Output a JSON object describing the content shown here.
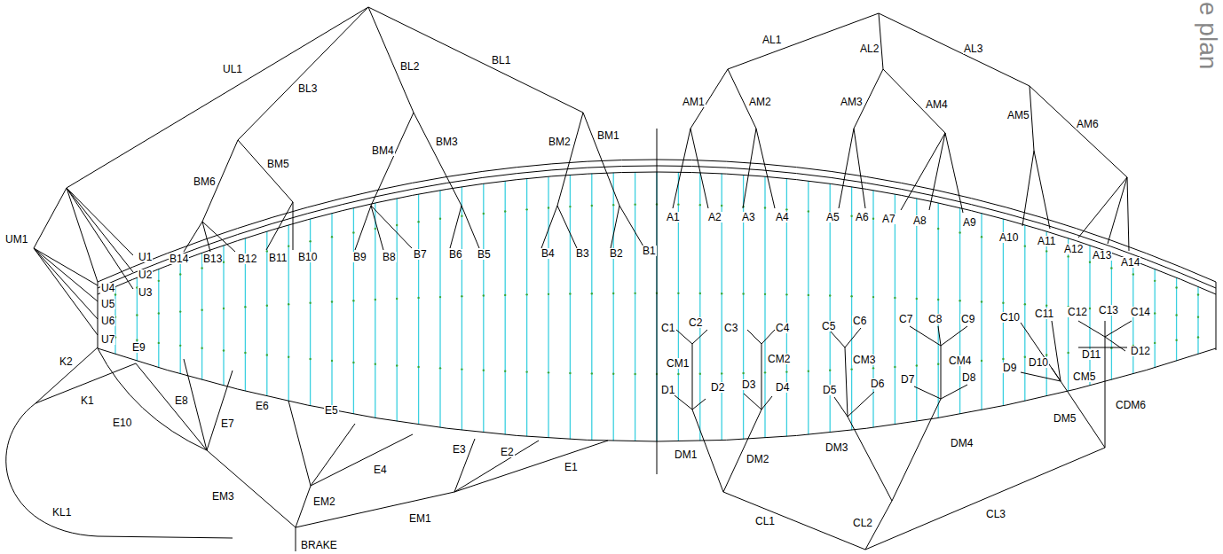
{
  "diagram": {
    "labels": [
      "UL1",
      "BL3",
      "BL2",
      "BL1",
      "AL1",
      "AL2",
      "AL3",
      "AM1",
      "AM2",
      "AM3",
      "AM4",
      "AM5",
      "AM6",
      "BM2",
      "BM1",
      "BM4",
      "BM3",
      "BM6",
      "BM5",
      "UM1",
      "A1",
      "A2",
      "A3",
      "A4",
      "A5",
      "A6",
      "A7",
      "A8",
      "A9",
      "A10",
      "A11",
      "A12",
      "A13",
      "A14",
      "B14",
      "B13",
      "B12",
      "B11",
      "B10",
      "B9",
      "B8",
      "B7",
      "B6",
      "B5",
      "B4",
      "B3",
      "B2",
      "B1",
      "U1",
      "U2",
      "U3",
      "U4",
      "U5",
      "U6",
      "U7",
      "C1",
      "C2",
      "C3",
      "C4",
      "C5",
      "C6",
      "C7",
      "C8",
      "C9",
      "C10",
      "C11",
      "C12",
      "C13",
      "C14",
      "CM1",
      "CM2",
      "CM3",
      "CM4",
      "CM5",
      "D1",
      "D2",
      "D3",
      "D4",
      "D5",
      "D6",
      "D7",
      "D8",
      "D9",
      "D10",
      "D11",
      "D12",
      "CDM6",
      "DM1",
      "DM2",
      "DM3",
      "DM4",
      "DM5",
      "CL1",
      "CL2",
      "CL3",
      "K2",
      "K1",
      "E9",
      "E10",
      "E8",
      "E7",
      "E6",
      "E5",
      "E4",
      "E3",
      "E2",
      "E1",
      "EM3",
      "EM2",
      "EM1",
      "BRAKE",
      "KL1",
      "e plan"
    ]
  }
}
